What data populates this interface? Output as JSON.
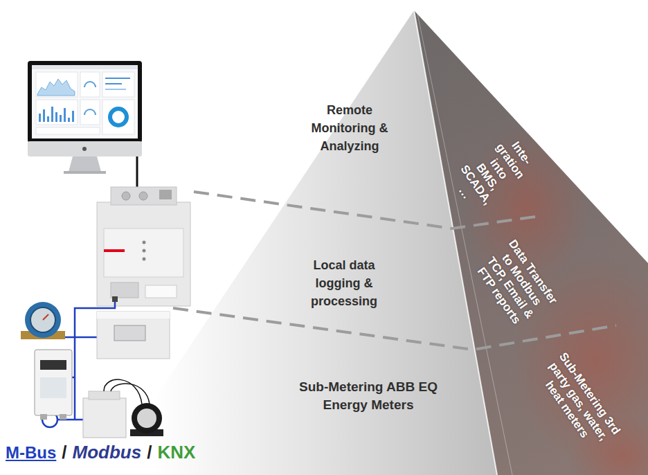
{
  "diagram": {
    "nodes": [
      {
        "text": [
          "Remote Monitoring & Analyzing"
        ]
      },
      {
        "text": [
          "Local data logging & processing"
        ]
      },
      {
        "text": [
          "Sub-Metering ABB EQ Energy Meters"
        ]
      },
      {
        "text": [
          "Inte- gration into BMS, SCADA, …"
        ]
      },
      {
        "text": [
          "Data Transfer to Modbus TCP, Email & FTP reports"
        ]
      },
      {
        "text": [
          "Sub-Metering 3rd party gas, water, heat meters"
        ]
      }
    ],
    "labels": [
      "M-Bus",
      "/",
      "Modbus",
      "/",
      "KNX"
    ]
  }
}
